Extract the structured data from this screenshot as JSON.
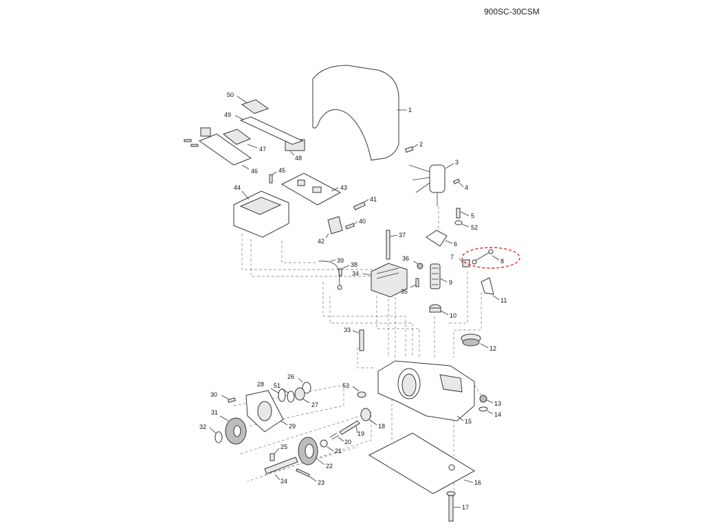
{
  "header": {
    "model_code": "900SC-30CSM"
  },
  "highlighted_part": "8",
  "parts": [
    {
      "id": "p1",
      "label": "1"
    },
    {
      "id": "p2",
      "label": "2"
    },
    {
      "id": "p3",
      "label": "3"
    },
    {
      "id": "p4",
      "label": "4"
    },
    {
      "id": "p5",
      "label": "5"
    },
    {
      "id": "p6",
      "label": "6"
    },
    {
      "id": "p7",
      "label": "7"
    },
    {
      "id": "p8",
      "label": "8"
    },
    {
      "id": "p9",
      "label": "9"
    },
    {
      "id": "p10",
      "label": "10"
    },
    {
      "id": "p11",
      "label": "11"
    },
    {
      "id": "p12",
      "label": "12"
    },
    {
      "id": "p13",
      "label": "13"
    },
    {
      "id": "p14",
      "label": "14"
    },
    {
      "id": "p15",
      "label": "15"
    },
    {
      "id": "p16",
      "label": "16"
    },
    {
      "id": "p17",
      "label": "17"
    },
    {
      "id": "p18",
      "label": "18"
    },
    {
      "id": "p19",
      "label": "19"
    },
    {
      "id": "p20",
      "label": "20"
    },
    {
      "id": "p21",
      "label": "21"
    },
    {
      "id": "p22",
      "label": "22"
    },
    {
      "id": "p23",
      "label": "23"
    },
    {
      "id": "p24",
      "label": "24"
    },
    {
      "id": "p25",
      "label": "25"
    },
    {
      "id": "p26",
      "label": "26"
    },
    {
      "id": "p27",
      "label": "27"
    },
    {
      "id": "p28",
      "label": "28"
    },
    {
      "id": "p29",
      "label": "29"
    },
    {
      "id": "p30",
      "label": "30"
    },
    {
      "id": "p31",
      "label": "31"
    },
    {
      "id": "p32",
      "label": "32"
    },
    {
      "id": "p33",
      "label": "33"
    },
    {
      "id": "p34",
      "label": "34"
    },
    {
      "id": "p35",
      "label": "35"
    },
    {
      "id": "p36",
      "label": "36"
    },
    {
      "id": "p37",
      "label": "37"
    },
    {
      "id": "p38",
      "label": "38"
    },
    {
      "id": "p39",
      "label": "39"
    },
    {
      "id": "p40",
      "label": "40"
    },
    {
      "id": "p41",
      "label": "41"
    },
    {
      "id": "p42",
      "label": "42"
    },
    {
      "id": "p43",
      "label": "43"
    },
    {
      "id": "p44",
      "label": "44"
    },
    {
      "id": "p45",
      "label": "45"
    },
    {
      "id": "p46",
      "label": "46"
    },
    {
      "id": "p47",
      "label": "47"
    },
    {
      "id": "p48",
      "label": "48"
    },
    {
      "id": "p49",
      "label": "49"
    },
    {
      "id": "p50",
      "label": "50"
    },
    {
      "id": "p51",
      "label": "51"
    },
    {
      "id": "p52",
      "label": "52"
    },
    {
      "id": "p53",
      "label": "53"
    }
  ]
}
